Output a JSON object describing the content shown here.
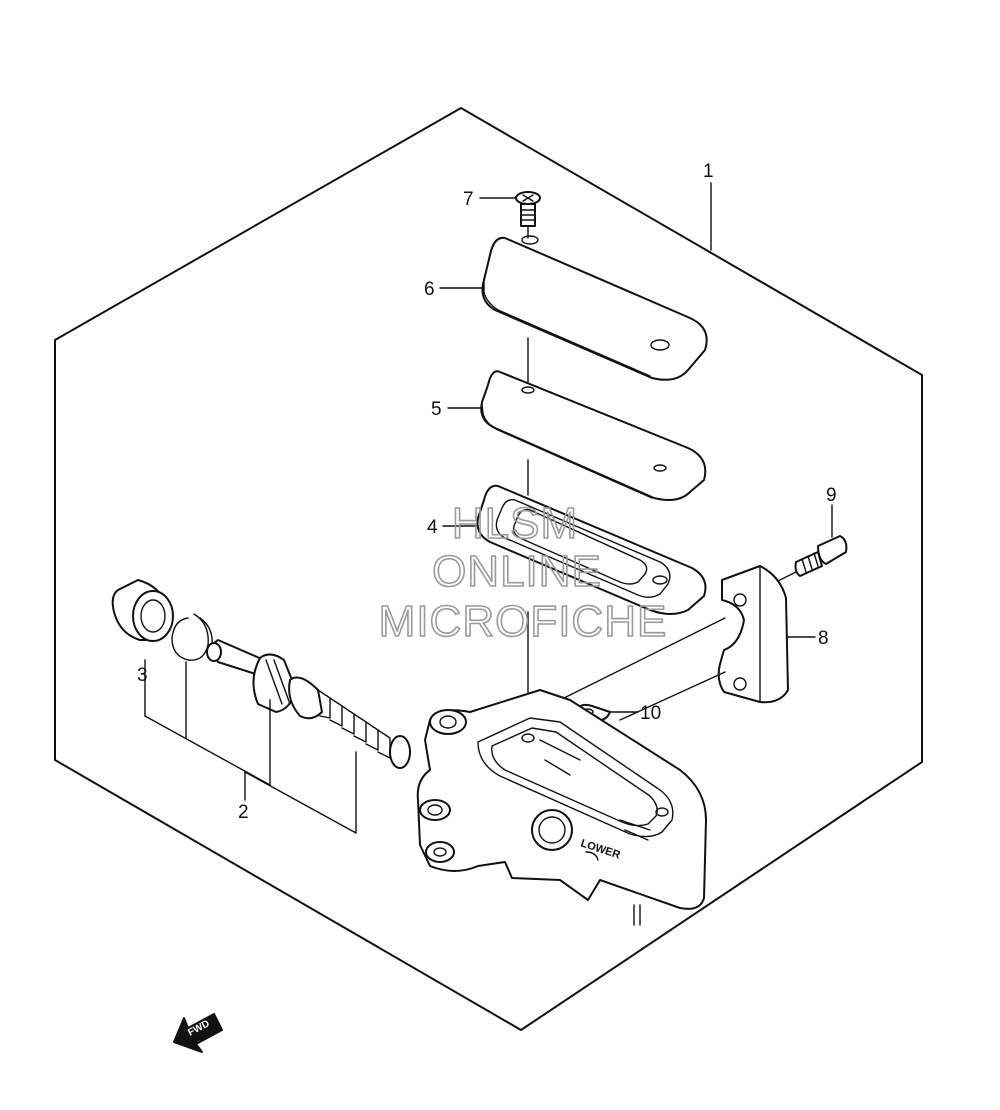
{
  "callouts": [
    {
      "id": "1",
      "text": "1"
    },
    {
      "id": "2",
      "text": "2"
    },
    {
      "id": "3",
      "text": "3"
    },
    {
      "id": "4",
      "text": "4"
    },
    {
      "id": "5",
      "text": "5"
    },
    {
      "id": "6",
      "text": "6"
    },
    {
      "id": "7",
      "text": "7"
    },
    {
      "id": "8",
      "text": "8"
    },
    {
      "id": "9",
      "text": "9"
    },
    {
      "id": "10",
      "text": "10"
    }
  ],
  "watermark": {
    "line1": "HLSM",
    "line2": "ONLINE",
    "line3": "MICROFICHE"
  },
  "body_marking": "LOWER",
  "direction_arrow": "FWD"
}
